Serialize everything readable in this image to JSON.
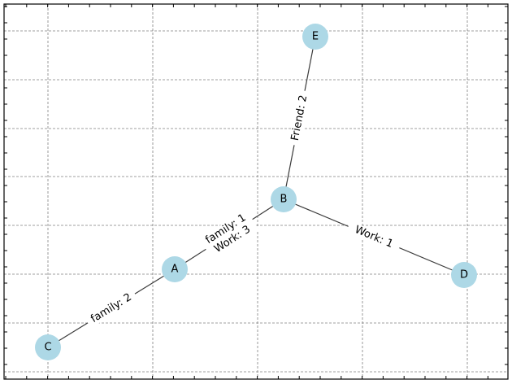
{
  "nodes": [
    {
      "id": "A",
      "label": "A"
    },
    {
      "id": "B",
      "label": "B"
    },
    {
      "id": "C",
      "label": "C"
    },
    {
      "id": "D",
      "label": "D"
    },
    {
      "id": "E",
      "label": "E"
    }
  ],
  "edges": [
    {
      "source": "A",
      "target": "B",
      "labels": [
        "family: 1",
        "Work: 3"
      ]
    },
    {
      "source": "A",
      "target": "C",
      "labels": [
        "family: 2"
      ]
    },
    {
      "source": "B",
      "target": "D",
      "labels": [
        "Work: 1"
      ]
    },
    {
      "source": "B",
      "target": "E",
      "labels": [
        "Friend: 2"
      ]
    }
  ],
  "colors": {
    "node": "#add8e6",
    "edge": "#3a3a3a",
    "grid": "#808080"
  },
  "grid": true
}
